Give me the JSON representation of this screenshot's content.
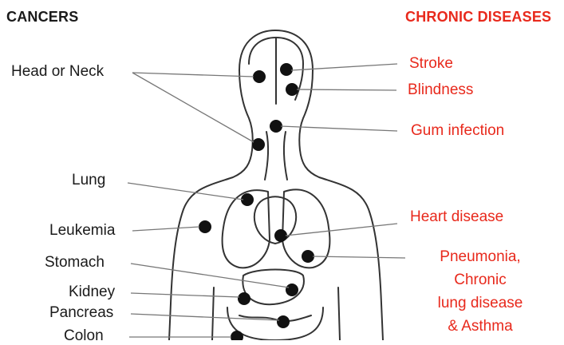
{
  "colors": {
    "cancer": "#1a1a1a",
    "disease": "#e8291c",
    "outline": "#333333",
    "dot": "#111111"
  },
  "headers": {
    "cancers": "CANCERS",
    "chronic": "CHRONIC DISEASES"
  },
  "cancers": [
    {
      "id": "head-neck",
      "label": "Head or Neck"
    },
    {
      "id": "lung",
      "label": "Lung"
    },
    {
      "id": "leukemia",
      "label": "Leukemia"
    },
    {
      "id": "stomach",
      "label": "Stomach"
    },
    {
      "id": "kidney",
      "label": "Kidney"
    },
    {
      "id": "pancreas",
      "label": "Pancreas"
    },
    {
      "id": "colon",
      "label": "Colon"
    }
  ],
  "diseases": [
    {
      "id": "stroke",
      "label": "Stroke"
    },
    {
      "id": "blindness",
      "label": "Blindness"
    },
    {
      "id": "gum",
      "label": "Gum infection"
    },
    {
      "id": "heart",
      "label": "Heart disease"
    },
    {
      "id": "pneumonia",
      "lines": [
        "Pneumonia,",
        "Chronic",
        "lung disease",
        "& Asthma"
      ]
    }
  ]
}
